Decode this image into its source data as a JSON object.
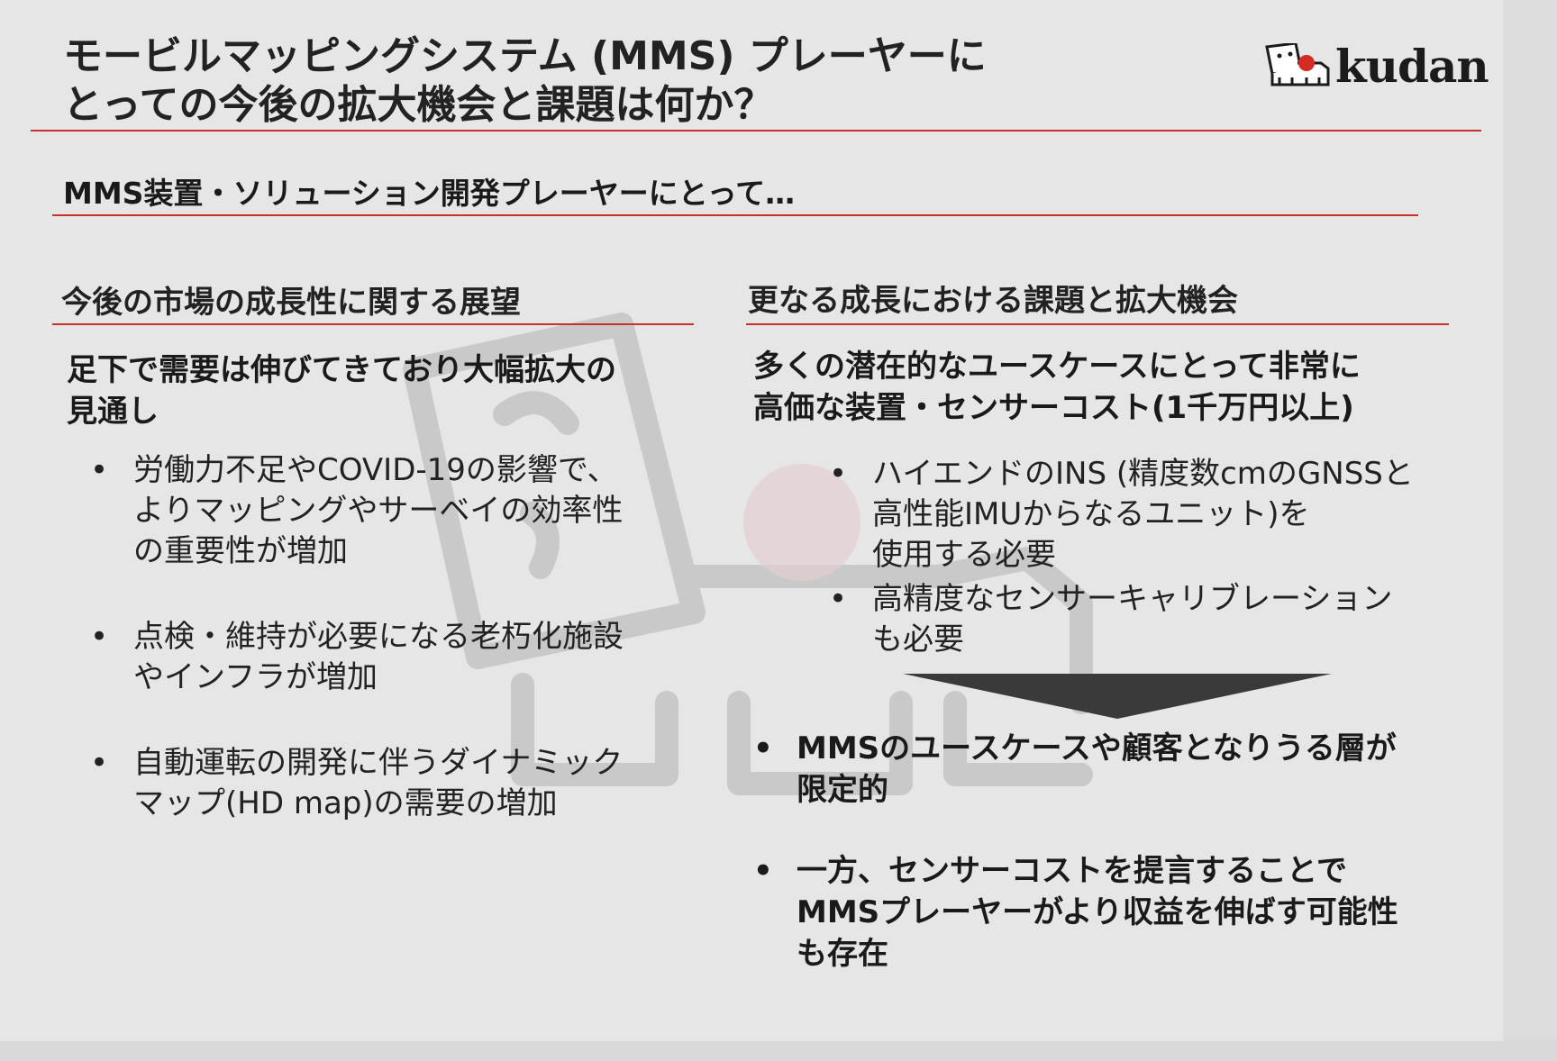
{
  "title": {
    "line1": "モービルマッピングシステム (MMS) プレーヤーに",
    "line2": "とっての今後の拡大機会と課題は何か？"
  },
  "logo": {
    "text": "kudan",
    "icon": "elephant-logo-icon"
  },
  "subtitle": "MMS装置・ソリューション開発プレーヤーにとって…",
  "left": {
    "heading": "今後の市場の成長性に関する展望",
    "lead": [
      "足下で需要は伸びてきており大幅拡大の",
      "見通し"
    ],
    "bullets": [
      {
        "lines": [
          "労働力不足やCOVID-19の影響で、",
          "よりマッピングやサーベイの効率性",
          "の重要性が増加"
        ]
      },
      {
        "lines": [
          "点検・維持が必要になる老朽化施設",
          "やインフラが増加"
        ]
      },
      {
        "lines": [
          "自動運転の開発に伴うダイナミック",
          "マップ(HD map)の需要の増加"
        ]
      }
    ]
  },
  "right": {
    "heading": "更なる成長における課題と拡大機会",
    "lead": [
      "多くの潜在的なユースケースにとって非常に",
      "高価な装置・センサーコスト(1千万円以上)"
    ],
    "sub_bullets": [
      {
        "lines": [
          "ハイエンドのINS (精度数cmのGNSSと",
          "高性能IMUからなるユニット)を",
          "使用する必要"
        ]
      },
      {
        "lines": [
          "高精度なセンサーキャリブレーション",
          "も必要"
        ]
      }
    ],
    "bullets": [
      {
        "lines": [
          "MMSのユースケースや顧客となりうる層が",
          "限定的"
        ]
      },
      {
        "lines": [
          "一方、センサーコストを提言することで",
          "MMSプレーヤーがより収益を伸ばす可能性",
          "も存在"
        ]
      }
    ]
  },
  "bullet_glyph": "•",
  "colors": {
    "accent_rule": "#c8322c",
    "arrow": "#3a3a3a",
    "background": "#e6e6e6"
  }
}
